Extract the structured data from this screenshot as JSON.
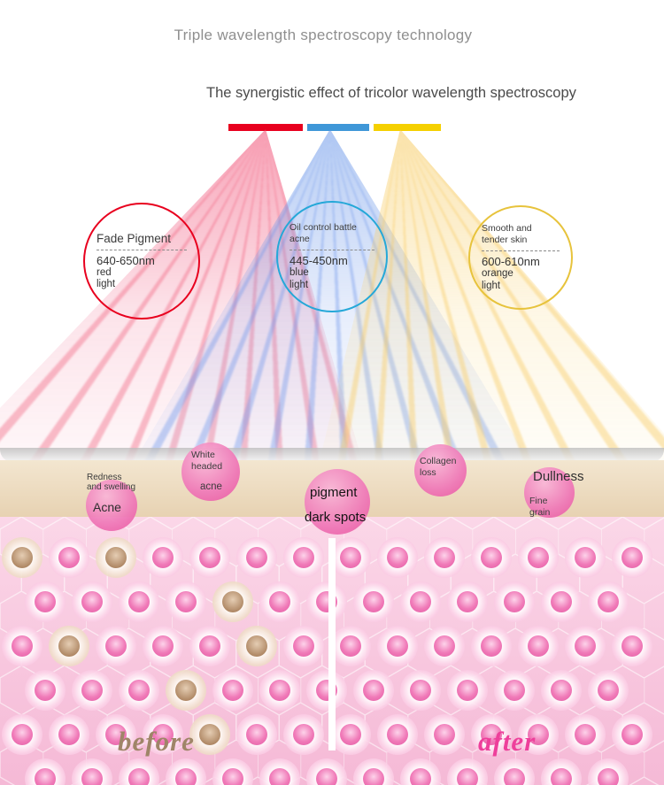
{
  "header": {
    "title": "Triple wavelength spectroscopy technology",
    "subtitle": "The synergistic effect of tricolor wavelength spectroscopy"
  },
  "legend_bar": {
    "segments": [
      {
        "name": "red",
        "color": "#e8001e"
      },
      {
        "name": "blue",
        "color": "#3f97d8"
      },
      {
        "name": "yellow",
        "color": "#f5d000"
      }
    ]
  },
  "wavelengths": [
    {
      "name": "red",
      "title": "Fade Pigment",
      "range": "640-650nm",
      "light_word": "red",
      "light_suffix": "light",
      "color": "#e8001e"
    },
    {
      "name": "blue",
      "title": "Oil control battle acne",
      "range": "445-450nm",
      "light_word": "blue",
      "light_suffix": "light",
      "color": "#25a8d8"
    },
    {
      "name": "orange",
      "title": "Smooth and tender skin",
      "range": "600-610nm",
      "light_word": "orange",
      "light_suffix": "light",
      "color": "#e7c33c"
    }
  ],
  "skin": {
    "labels": {
      "redness_swelling": "Redness and swelling",
      "acne": "Acne",
      "white_headed": "White headed",
      "white_headed_acne": "acne",
      "pigment": "pigment",
      "dark_spots": "dark spots",
      "collagen_loss": "Collagen loss",
      "dullness": "Dullness",
      "fine_grain": "Fine grain"
    },
    "before_label": "before",
    "after_label": "after"
  },
  "cells": {
    "brown": [
      "0-0",
      "0-2",
      "1-4",
      "2-1",
      "2-5",
      "3-3",
      "4-4"
    ]
  },
  "colors": {
    "red_light": "#e8001e",
    "blue_light": "#25a8d8",
    "orange_light": "#e7c33c",
    "skin_band": "#e7d2b2",
    "pink_tissue": "#f5b9d6",
    "cell_nucleus_pink": "#f07ab8",
    "cell_nucleus_brown": "#b18a67",
    "marker_pink": "#ef77b7",
    "before_text": "#9f8568",
    "after_text": "#ee3f9b"
  }
}
